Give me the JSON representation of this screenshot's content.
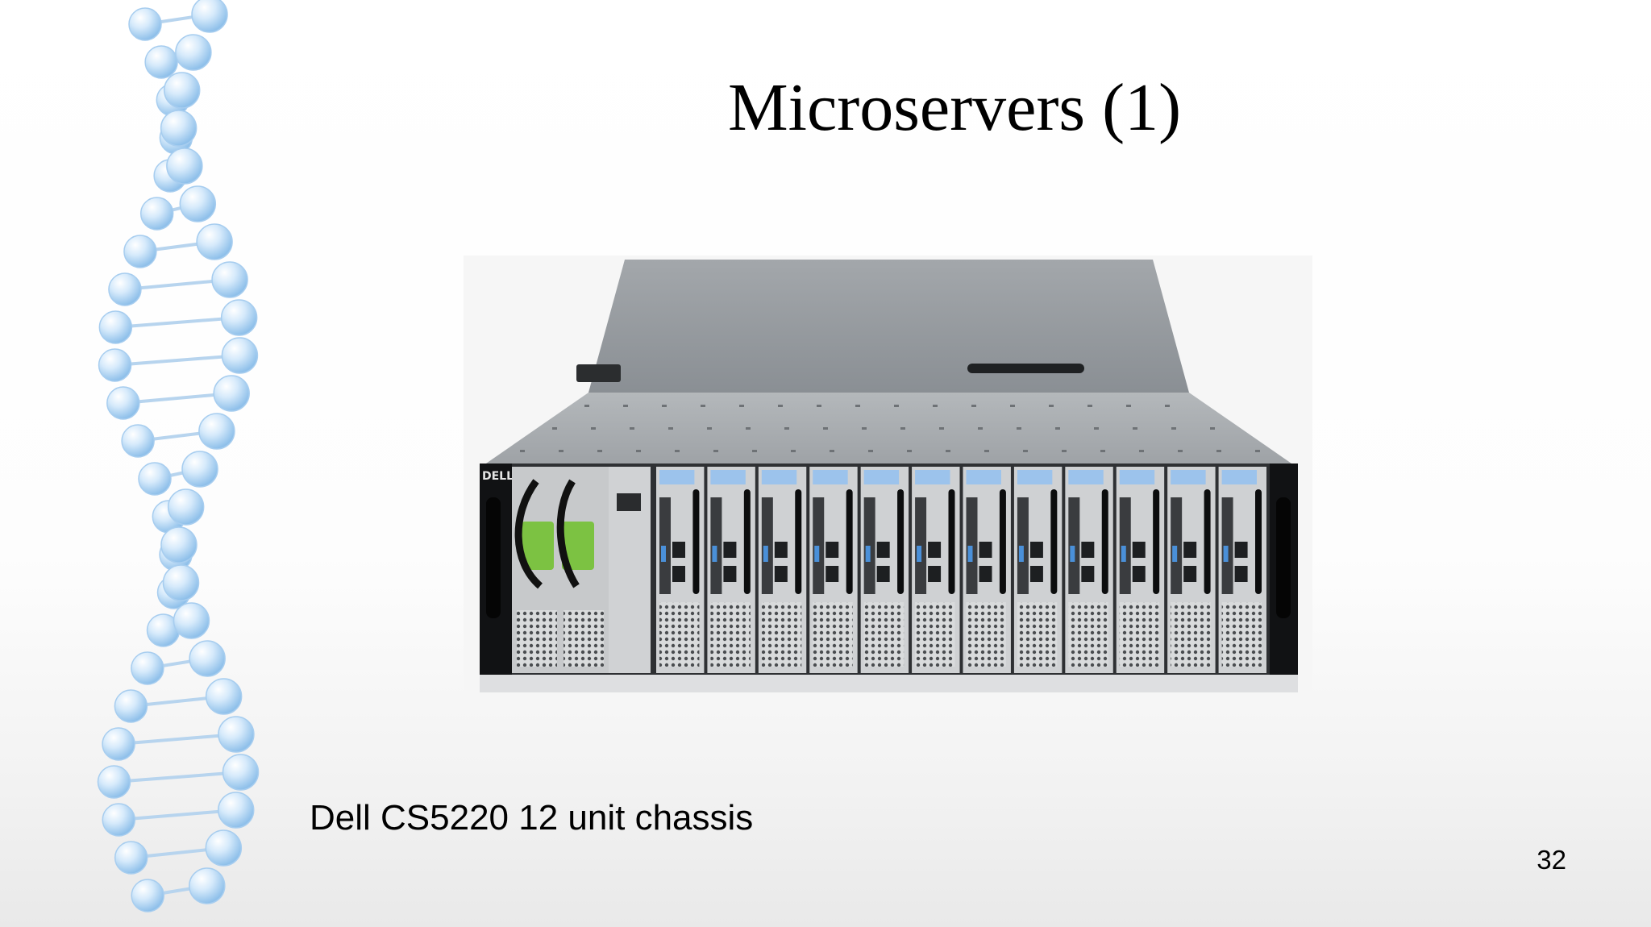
{
  "slide": {
    "title": "Microservers (1)",
    "caption": "Dell CS5220 12 unit chassis",
    "page_number": "32"
  },
  "image": {
    "brand_label": "DELL",
    "sled_count": 12
  },
  "colors": {
    "dna_sphere": "#b9daf5",
    "dna_highlight": "#ffffff",
    "chassis_gray": "#8f9499",
    "sled_tab_blue": "#4a90d9",
    "psu_green": "#7cc242"
  }
}
